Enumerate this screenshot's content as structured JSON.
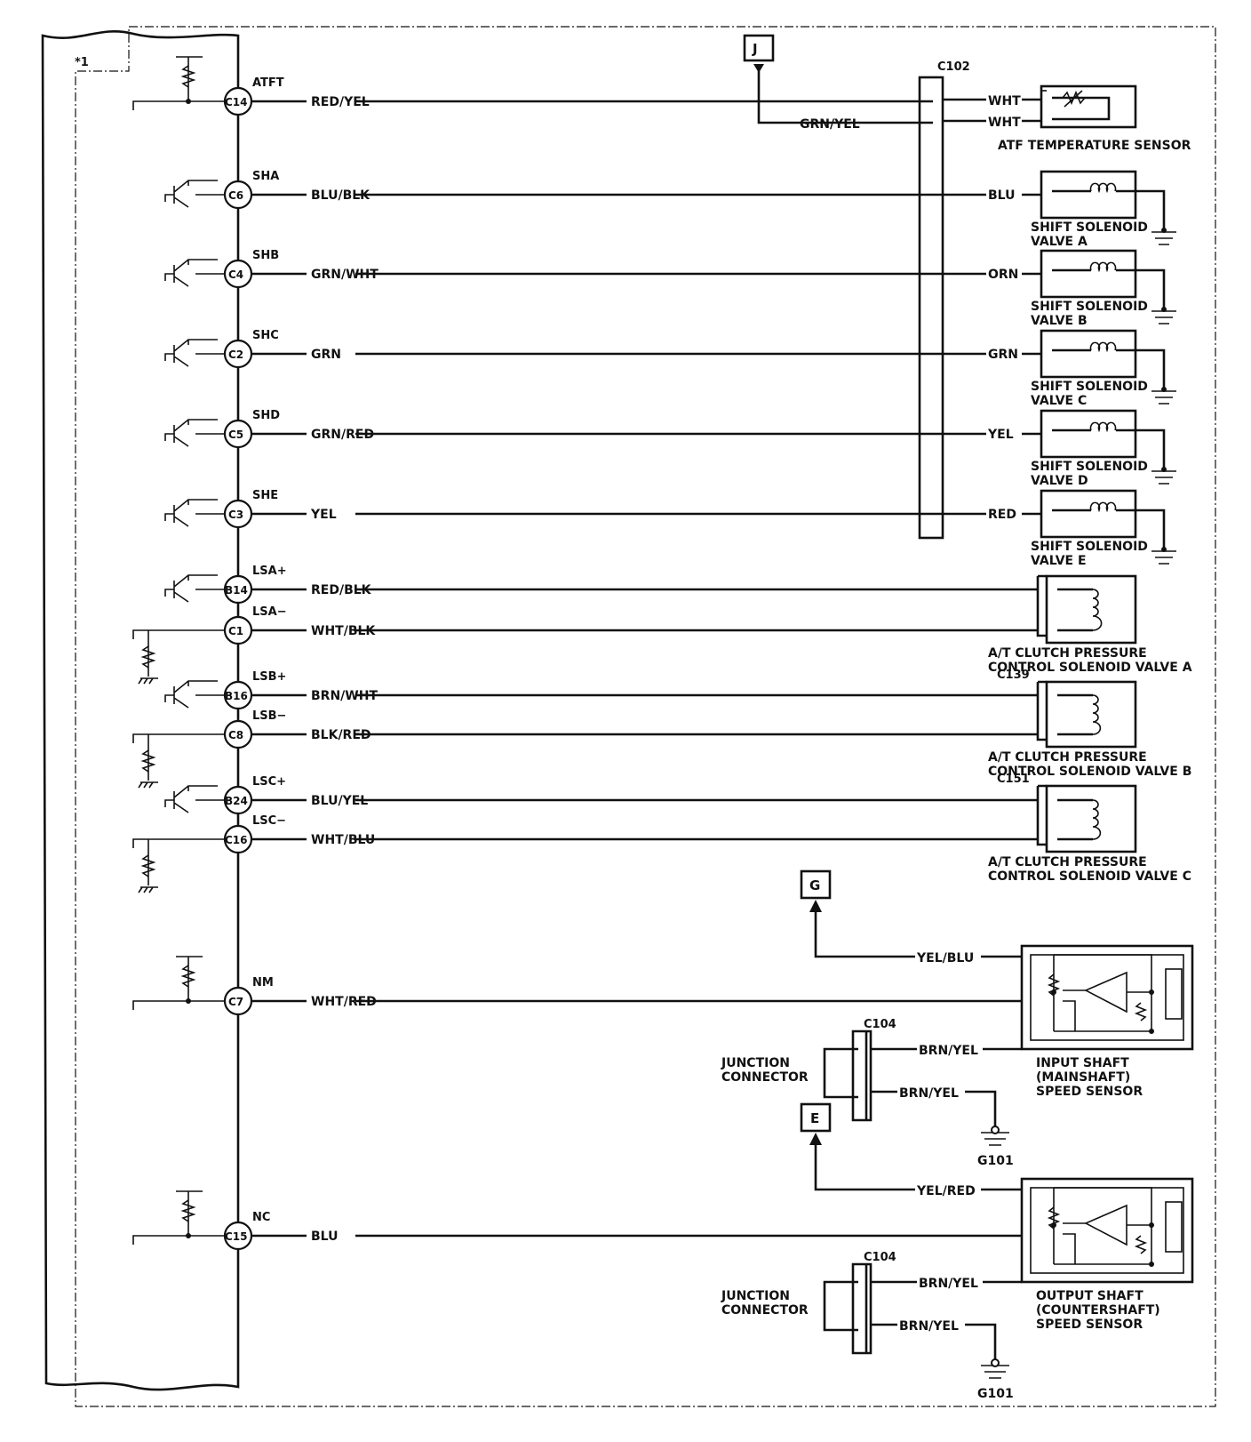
{
  "ecm_label": "*1",
  "box_labels": {
    "J": "J",
    "G": "G",
    "E": "E"
  },
  "connector_labels": {
    "c102": "C102",
    "c139": "C139",
    "c151": "C151",
    "c104a": "C104",
    "c104b": "C104"
  },
  "pins": {
    "c14": "C14",
    "c6": "C6",
    "c4": "C4",
    "c2": "C2",
    "c5": "C5",
    "c3": "C3",
    "b14": "B14",
    "c1": "C1",
    "b16": "B16",
    "c8": "C8",
    "b24": "B24",
    "c16": "C16",
    "c7": "C7",
    "c15": "C15"
  },
  "signals": {
    "atft": "ATFT",
    "sha": "SHA",
    "shb": "SHB",
    "shc": "SHC",
    "shd": "SHD",
    "she": "SHE",
    "lsa_pos": "LSA+",
    "lsa_neg": "LSA−",
    "lsb_pos": "LSB+",
    "lsb_neg": "LSB−",
    "lsc_pos": "LSC+",
    "lsc_neg": "LSC−",
    "nm": "NM",
    "nc": "NC"
  },
  "wires": {
    "red_yel": "RED/YEL",
    "grn_yel": "GRN/YEL",
    "blu_blk": "BLU/BLK",
    "grn_wht": "GRN/WHT",
    "grn": "GRN",
    "grn_red": "GRN/RED",
    "yel": "YEL",
    "red_blk": "RED/BLK",
    "wht_blk": "WHT/BLK",
    "brn_wht": "BRN/WHT",
    "blk_red": "BLK/RED",
    "blu_yel": "BLU/YEL",
    "wht_blu": "WHT/BLU",
    "yel_blu": "YEL/BLU",
    "wht_red": "WHT/RED",
    "brn_yel": "BRN/YEL",
    "yel_red": "YEL/RED",
    "blu": "BLU"
  },
  "right_wires": {
    "wht_1": "WHT",
    "wht_2": "WHT",
    "blu": "BLU",
    "orn": "ORN",
    "grn": "GRN",
    "yel": "YEL",
    "red": "RED"
  },
  "components": {
    "atf_sensor": "ATF TEMPERATURE SENSOR",
    "ssv_a": [
      "SHIFT SOLENOID",
      "VALVE A"
    ],
    "ssv_b": [
      "SHIFT SOLENOID",
      "VALVE B"
    ],
    "ssv_c": [
      "SHIFT SOLENOID",
      "VALVE C"
    ],
    "ssv_d": [
      "SHIFT SOLENOID",
      "VALVE D"
    ],
    "ssv_e": [
      "SHIFT SOLENOID",
      "VALVE E"
    ],
    "pcs_a": [
      "A/T CLUTCH PRESSURE",
      "CONTROL SOLENOID VALVE A"
    ],
    "pcs_b": [
      "A/T CLUTCH PRESSURE",
      "CONTROL SOLENOID VALVE B"
    ],
    "pcs_c": [
      "A/T CLUTCH PRESSURE",
      "CONTROL SOLENOID VALVE C"
    ],
    "input_sensor": [
      "INPUT SHAFT",
      "(MAINSHAFT)",
      "SPEED SENSOR"
    ],
    "output_sensor": [
      "OUTPUT SHAFT",
      "(COUNTERSHAFT)",
      "SPEED SENSOR"
    ],
    "junction_1": [
      "JUNCTION",
      "CONNECTOR"
    ],
    "junction_2": [
      "JUNCTION",
      "CONNECTOR"
    ],
    "ground_1": "G101",
    "ground_2": "G101"
  }
}
